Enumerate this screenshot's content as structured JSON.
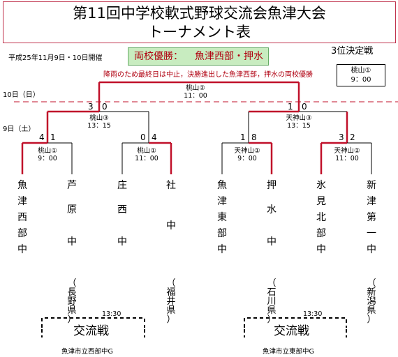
{
  "title": {
    "line1": "第11回中学校軟式野球交流会魚津大会",
    "line2": "トーナメント表"
  },
  "date_note": "平成25年11月9日・10日開催",
  "champions": {
    "label": "両校優勝：",
    "teams": "魚津西部・押水"
  },
  "rain_note": "降雨のため最終日は中止，決勝進出した魚津西部，押水の両校優勝",
  "third_place": {
    "title": "3位決定戦",
    "venue": "桃山①",
    "time": "9：00"
  },
  "days": {
    "day10": "10日（日）",
    "day9": "9日（土）"
  },
  "final": {
    "venue": "桃山②",
    "time": "11：00"
  },
  "semis": [
    {
      "venue": "桃山③",
      "time": "13：15",
      "score_left": "3",
      "score_right": "0"
    },
    {
      "venue": "天神山③",
      "time": "13：15",
      "score_left": "1",
      "score_right": "0"
    }
  ],
  "quarters": [
    {
      "venue": "桃山①",
      "time": "9：00",
      "score_left": "4",
      "score_right": "1"
    },
    {
      "venue": "桃山①",
      "time": "11：00",
      "score_left": "0",
      "score_right": "4"
    },
    {
      "venue": "天神山①",
      "time": "9：00",
      "score_left": "1",
      "score_right": "8"
    },
    {
      "venue": "天神山②",
      "time": "11：00",
      "score_left": "3",
      "score_right": "2"
    }
  ],
  "teams": [
    {
      "chars": [
        "魚",
        "津",
        "西",
        "部",
        "中"
      ],
      "pref": []
    },
    {
      "chars": [
        "芦",
        "原",
        "中"
      ],
      "pref": [
        "（",
        "長",
        "野",
        "県",
        "）"
      ]
    },
    {
      "chars": [
        "庄",
        "西",
        "中"
      ],
      "pref": []
    },
    {
      "chars": [
        "社",
        "中"
      ],
      "pref": [
        "（",
        "福",
        "井",
        "県",
        "）"
      ]
    },
    {
      "chars": [
        "魚",
        "津",
        "東",
        "部",
        "中"
      ],
      "pref": []
    },
    {
      "chars": [
        "押",
        "水",
        "中"
      ],
      "pref": [
        "（",
        "石",
        "川",
        "県",
        "）"
      ]
    },
    {
      "chars": [
        "氷",
        "見",
        "北",
        "部",
        "中"
      ],
      "pref": []
    },
    {
      "chars": [
        "新",
        "津",
        "第",
        "一",
        "中"
      ],
      "pref": [
        "（",
        "新",
        "潟",
        "県",
        "）"
      ]
    }
  ],
  "friendlies": [
    {
      "time": "13:30",
      "label": "交流戦",
      "venue": "魚津市立西部中G"
    },
    {
      "time": "13:30",
      "label": "交流戦",
      "venue": "魚津市立東部中G"
    }
  ],
  "colors": {
    "win": "#c0102a",
    "line": "#000000",
    "border": "#c0334d",
    "champ_bg": "#c8ecc0"
  }
}
